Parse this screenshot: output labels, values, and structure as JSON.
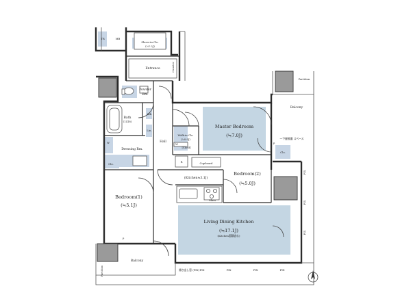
{
  "rooms": {
    "master_bedroom": {
      "label": "Master Bedroom",
      "area": "(≒7.0J)"
    },
    "bedroom2": {
      "label": "Bedroom(2)",
      "area": "(≒5.0J)"
    },
    "bedroom1": {
      "label": "Bedroom(1)",
      "area": "(≒5.1J)"
    },
    "ldk": {
      "label": "Living Dining Kitchen",
      "area": "(≒17.1J)",
      "note": "(Kitchen面積含む)"
    },
    "kitchen": {
      "label": "(Kitchen≒3.1J)"
    },
    "entrance": {
      "label": "Entrance"
    },
    "powder": {
      "label1": "Powder",
      "label2": "Rm."
    },
    "bath": {
      "label": "Bath",
      "sub": "(1418)"
    },
    "dressing": {
      "label": "Dressing Rm."
    },
    "hall": {
      "label": "Hall"
    },
    "wic": {
      "label": "Walk-in Clo.",
      "area": "(≒0.9J)"
    },
    "sic": {
      "label": "Shoes-in Clo.",
      "area": "(≒1.2J)"
    },
    "balcony_top": {
      "label": "Balcony"
    },
    "balcony_bottom": {
      "label": "Balcony"
    }
  },
  "small_labels": {
    "tr": "TR",
    "mb": "MB",
    "partition": "Partition",
    "clo": "Clo.",
    "cupboard": "Cupboard",
    "glass": "Glass",
    "stk": "Stk",
    "lin": "Lin.",
    "shelf": "[Shelf]",
    "r": "R",
    "w": "W",
    "p": "P",
    "fix": "FIX",
    "counter": "Counter",
    "outdoor": "一下屋根裏 スペース",
    "sash": "掃き出し窓 (FIX)"
  }
}
